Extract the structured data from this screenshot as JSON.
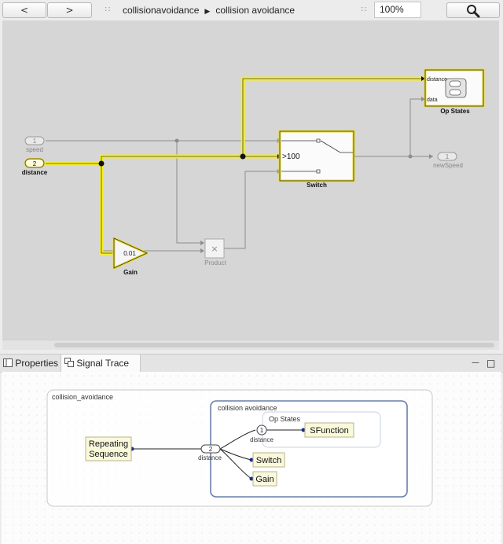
{
  "toolbar": {
    "back_label": "<",
    "forward_label": ">",
    "grip": "::",
    "breadcrumb": [
      "collisionavoidance",
      "collision avoidance"
    ],
    "zoom_value": "100%",
    "search_icon": "magnifier-icon"
  },
  "diagram": {
    "inports": [
      {
        "number": "1",
        "name": "speed"
      },
      {
        "number": "2",
        "name": "distance"
      }
    ],
    "outport": {
      "number": "1",
      "name": "newSpeed"
    },
    "gain": {
      "value": "0.01",
      "name": "Gain"
    },
    "product": {
      "symbol": "×",
      "name": "Product"
    },
    "switch": {
      "threshold": ">100",
      "name": "Switch"
    },
    "op_states": {
      "name": "Op States",
      "ports": [
        "distance",
        "data"
      ]
    },
    "highlight_color": "#f5ee2a"
  },
  "panel": {
    "tabs": [
      {
        "label": "Properties",
        "icon": "properties-icon"
      },
      {
        "label": "Signal Trace",
        "icon": "signal-trace-icon",
        "close": "⊠"
      }
    ],
    "minimize_label": "—",
    "maximize_label": "□"
  },
  "trace": {
    "outer_group": "collision_avoidance",
    "inner_group": "collision avoidance",
    "sub_group": "Op States",
    "source": [
      "Repeating",
      "Sequence"
    ],
    "port2": {
      "number": "2",
      "name": "distance"
    },
    "port1": {
      "number": "1",
      "name": "distance"
    },
    "nodes": [
      "SFunction",
      "Switch",
      "Gain"
    ]
  }
}
